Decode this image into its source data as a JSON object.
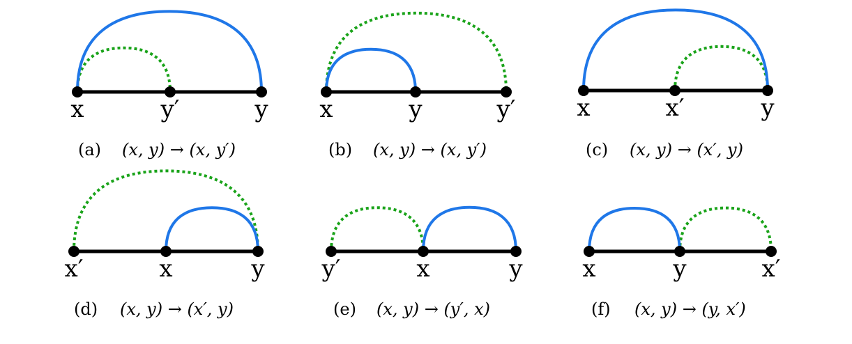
{
  "colors": {
    "baseline": "#000000",
    "solid_arc": "#1f77e8",
    "dotted_arc": "#1aa31a",
    "node": "#000000"
  },
  "panels": [
    {
      "id": "a",
      "tag": "(a)",
      "math": "(x, y) → (x, y′)",
      "nodes": [
        "x",
        "y′",
        "y"
      ],
      "solid_arc": [
        0,
        2
      ],
      "dotted_arc": [
        0,
        1
      ]
    },
    {
      "id": "b",
      "tag": "(b)",
      "math": "(x, y) → (x, y′)",
      "nodes": [
        "x",
        "y",
        "y′"
      ],
      "solid_arc": [
        0,
        1
      ],
      "dotted_arc": [
        0,
        2
      ]
    },
    {
      "id": "c",
      "tag": "(c)",
      "math": "(x, y) → (x′, y)",
      "nodes": [
        "x",
        "x′",
        "y"
      ],
      "solid_arc": [
        0,
        2
      ],
      "dotted_arc": [
        1,
        2
      ]
    },
    {
      "id": "d",
      "tag": "(d)",
      "math": "(x, y) → (x′, y)",
      "nodes": [
        "x′",
        "x",
        "y"
      ],
      "solid_arc": [
        1,
        2
      ],
      "dotted_arc": [
        0,
        2
      ]
    },
    {
      "id": "e",
      "tag": "(e)",
      "math": "(x, y) → (y′, x)",
      "nodes": [
        "y′",
        "x",
        "y"
      ],
      "solid_arc": [
        1,
        2
      ],
      "dotted_arc": [
        0,
        1
      ]
    },
    {
      "id": "f",
      "tag": "(f)",
      "math": "(x, y) → (y, x′)",
      "nodes": [
        "x",
        "y",
        "x′"
      ],
      "solid_arc": [
        0,
        1
      ],
      "dotted_arc": [
        1,
        2
      ]
    }
  ]
}
